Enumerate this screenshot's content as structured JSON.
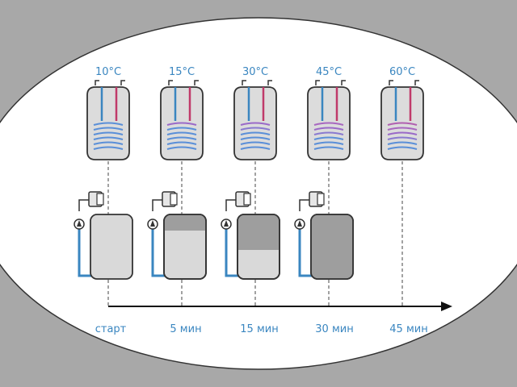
{
  "colors": {
    "background": "#a8a8a8",
    "ellipse": "#ffffff",
    "cold_pipe": "#3a86c0",
    "hot_pipe": "#c03a6a",
    "coil": "#5a8fd8",
    "label": "#3a86c0",
    "tank_body": "#d9d9d9",
    "tank_outline": "#444444"
  },
  "temperatures": [
    "10°C",
    "15°C",
    "30°C",
    "45°C",
    "60°C"
  ],
  "times": [
    "старт",
    "5 мин",
    "15 мин",
    "30 мин",
    "45 мин"
  ],
  "boilers": [
    {
      "dark_fill_fraction": 0.0
    },
    {
      "dark_fill_fraction": 0.25
    },
    {
      "dark_fill_fraction": 0.55
    },
    {
      "dark_fill_fraction": 1.0
    }
  ]
}
